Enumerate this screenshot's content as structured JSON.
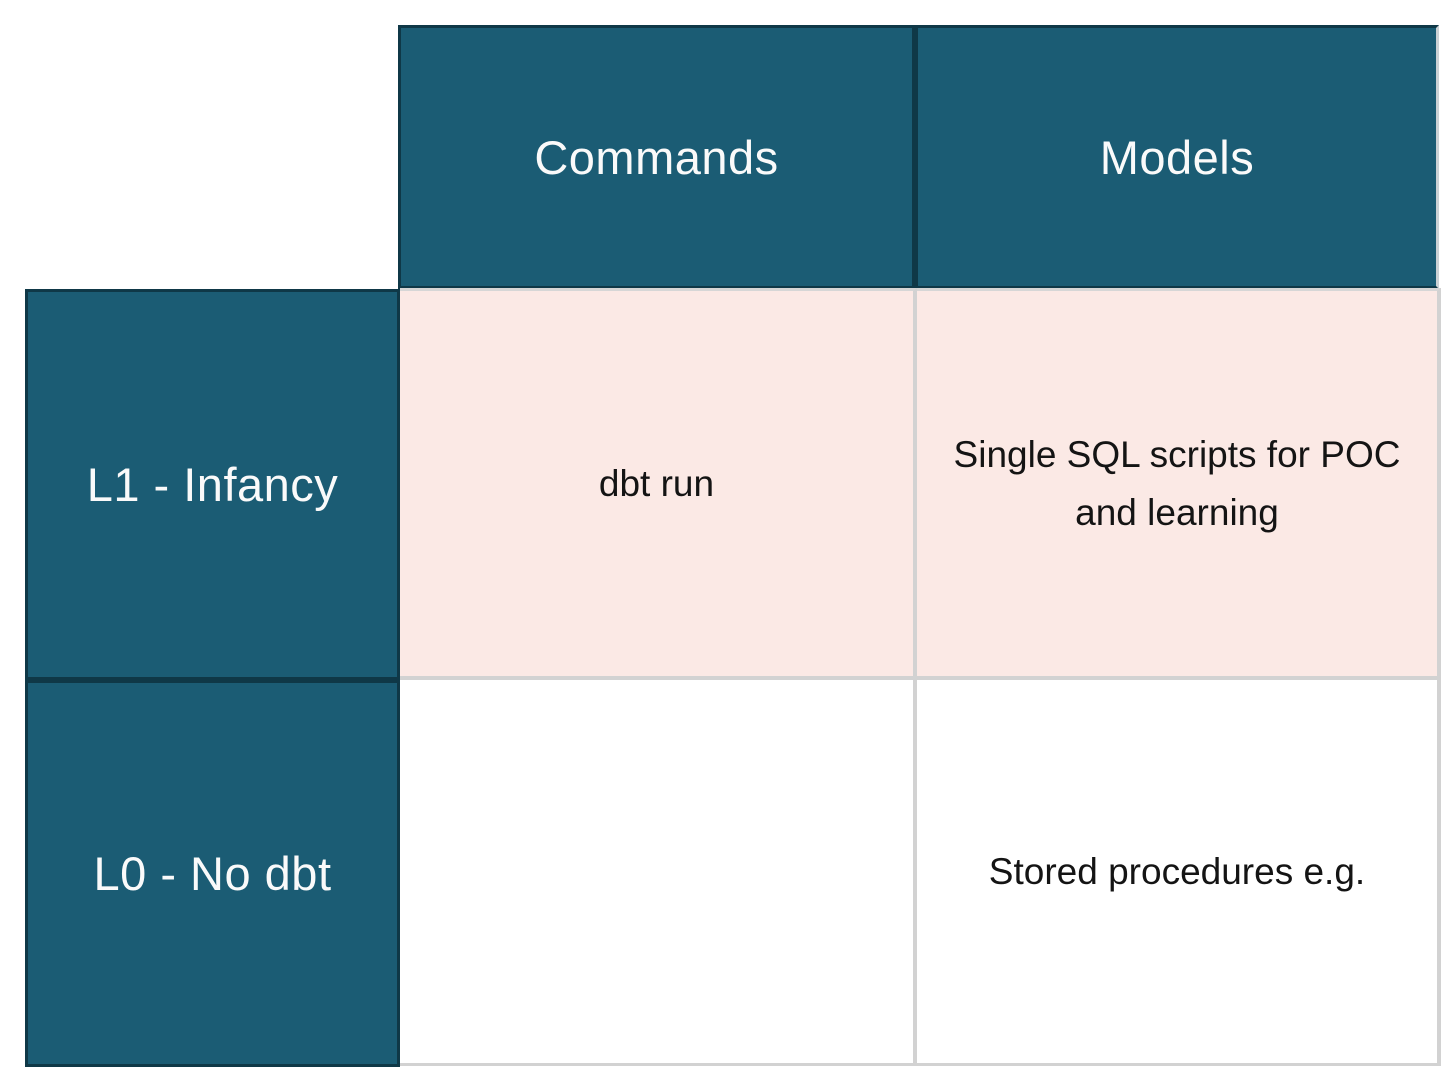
{
  "table": {
    "columns": [
      {
        "label": "Commands"
      },
      {
        "label": "Models"
      }
    ],
    "rows": [
      {
        "label": "L1 - Infancy",
        "highlighted": true,
        "cells": [
          "dbt run",
          "Single SQL scripts for POC and learning"
        ]
      },
      {
        "label": "L0 - No dbt",
        "highlighted": false,
        "cells": [
          "",
          "Stored procedures e.g."
        ]
      }
    ],
    "colors": {
      "header_bg": "#1b5c74",
      "header_border": "#0f3847",
      "header_text": "#fafafa",
      "highlight_row_bg": "#fbe9e5",
      "plain_row_bg": "#ffffff",
      "grid_line": "#d2d2d2",
      "body_text": "#141414"
    }
  },
  "chart_data": {
    "type": "table",
    "title": "",
    "columns": [
      "",
      "Commands",
      "Models"
    ],
    "rows": [
      [
        "L1 - Infancy",
        "dbt run",
        "Single SQL scripts for POC and learning"
      ],
      [
        "L0 - No dbt",
        "",
        "Stored procedures e.g."
      ]
    ],
    "layout_hints": {
      "header_row": "top",
      "header_column": "left",
      "highlighted_rows": [
        "L1 - Infancy"
      ],
      "top_left_cell_empty": true
    }
  }
}
